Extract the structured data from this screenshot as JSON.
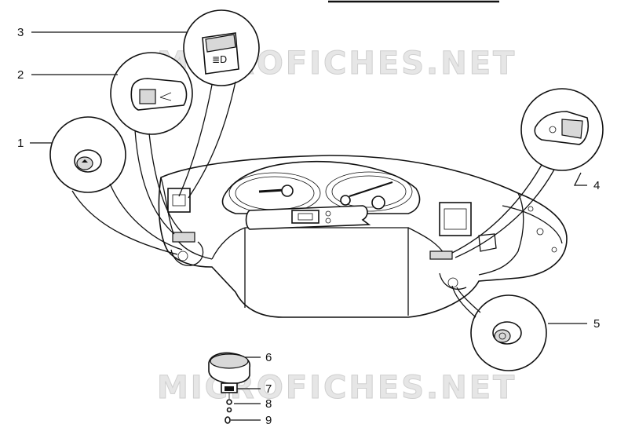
{
  "watermark": "MICROFICHES.NET",
  "callouts": {
    "n1": "1",
    "n2": "2",
    "n3": "3",
    "n4": "4",
    "n5": "5",
    "n6": "6",
    "n7": "7",
    "n8": "8",
    "n9": "9"
  }
}
